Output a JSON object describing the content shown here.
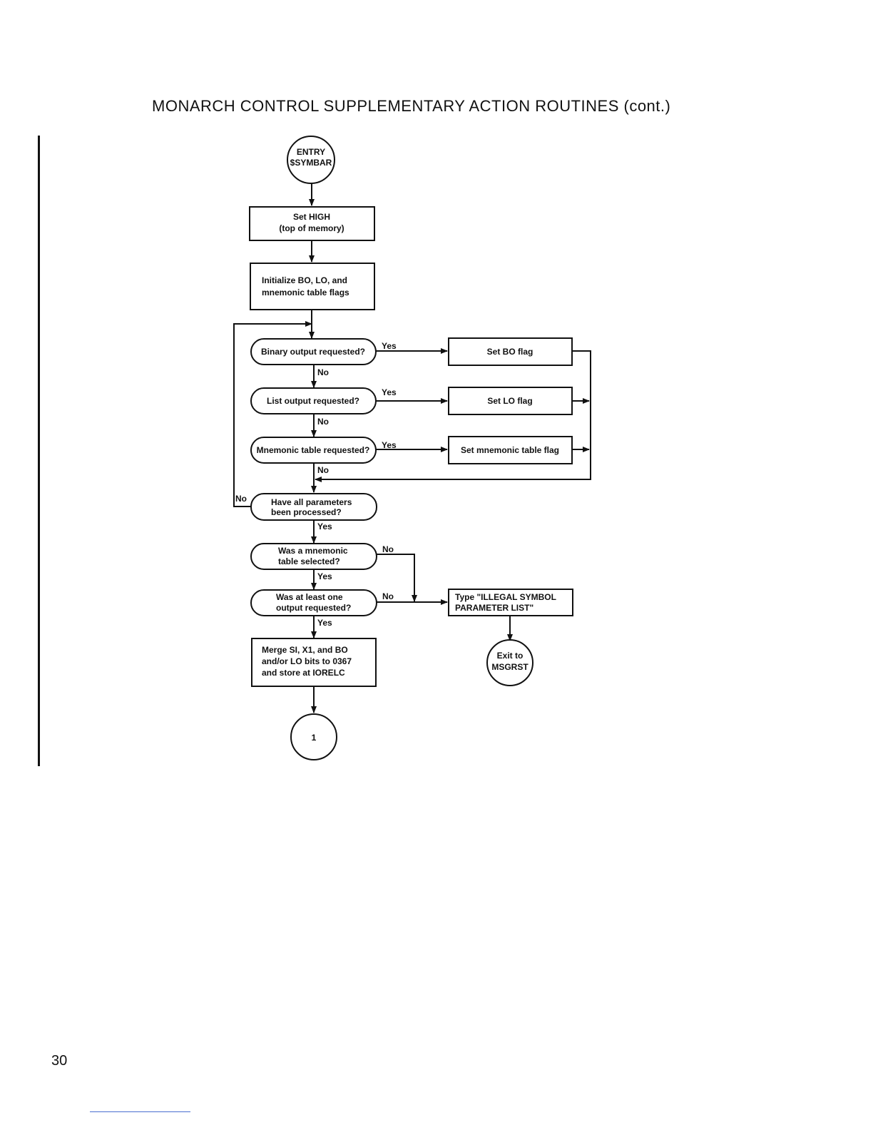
{
  "page": {
    "title": "MONARCH CONTROL SUPPLEMENTARY ACTION ROUTINES (cont.)",
    "number": "30"
  },
  "flowchart": {
    "entry": [
      "ENTRY",
      "$SYMBAR"
    ],
    "set_high": [
      "Set HIGH",
      "(top of memory)"
    ],
    "initialize": [
      "Initialize BO, LO, and",
      "mnemonic table flags"
    ],
    "q_binary": "Binary output requested?",
    "q_list": "List output requested?",
    "q_mnemonic": "Mnemonic table requested?",
    "set_bo": "Set BO flag",
    "set_lo": "Set LO flag",
    "set_mnemonic": "Set mnemonic table flag",
    "q_all_params": [
      "Have all parameters",
      "been processed?"
    ],
    "q_mnemonic_selected": [
      "Was a mnemonic",
      "table selected?"
    ],
    "q_output_requested": [
      "Was at least one",
      "output requested?"
    ],
    "merge": [
      "Merge SI, X1, and BO",
      "and/or LO bits to 0367",
      "and store at IORELC"
    ],
    "illegal": [
      "Type \"ILLEGAL SYMBOL",
      "PARAMETER LIST\""
    ],
    "exit": [
      "Exit to",
      "MSGRST"
    ],
    "connector": "1",
    "yes": "Yes",
    "no": "No"
  }
}
